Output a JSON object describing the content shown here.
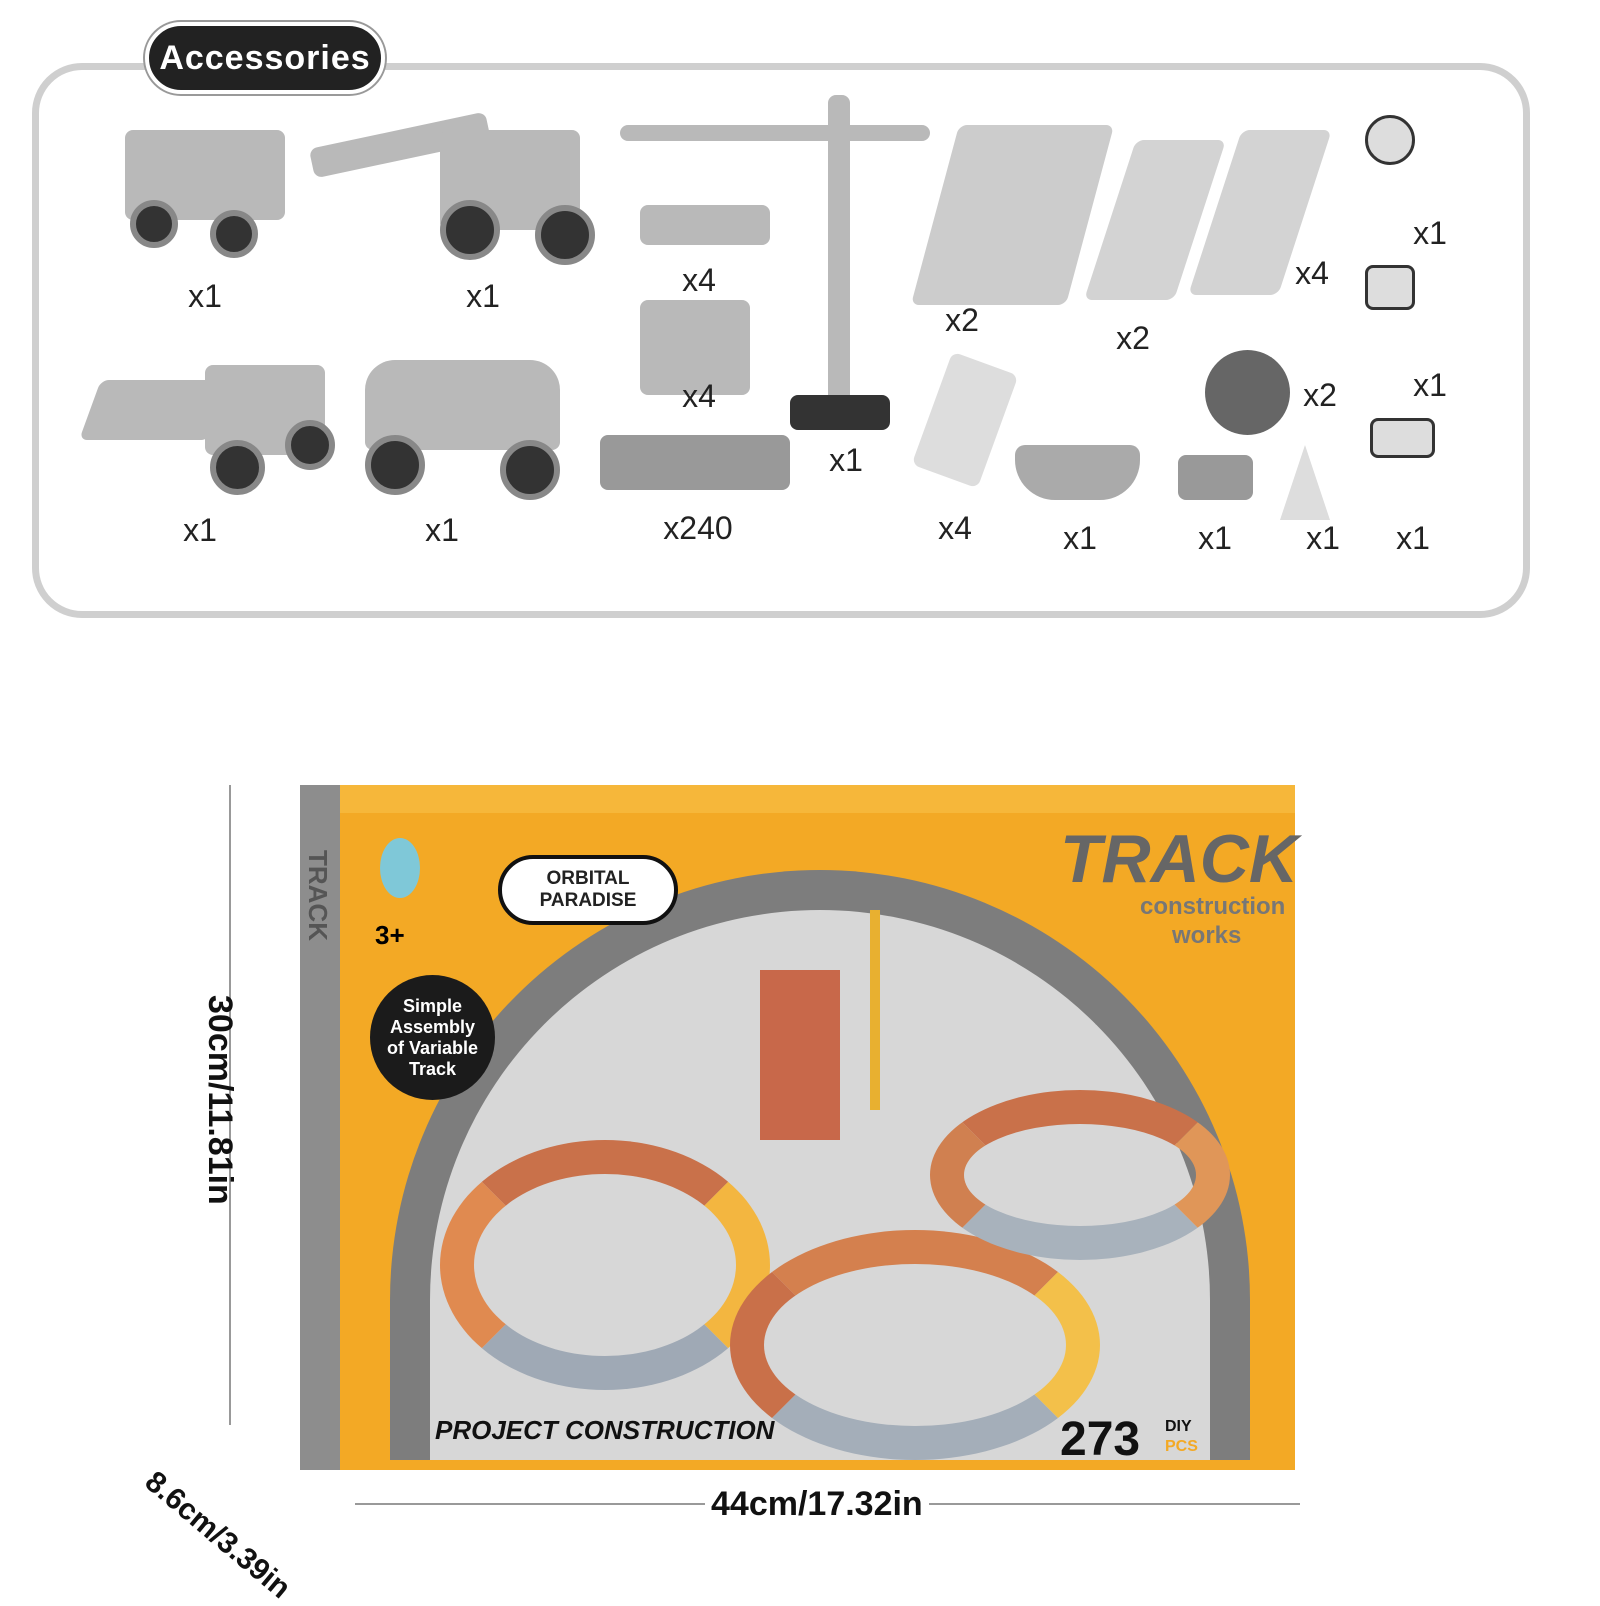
{
  "accessories": {
    "title": "Accessories",
    "items": [
      {
        "name": "dump-truck",
        "qty": "x1"
      },
      {
        "name": "excavator",
        "qty": "x1"
      },
      {
        "name": "bulldozer",
        "qty": "x1"
      },
      {
        "name": "suv",
        "qty": "x1"
      },
      {
        "name": "support-pillar-short",
        "qty": "x4"
      },
      {
        "name": "support-pillar-tall",
        "qty": "x4"
      },
      {
        "name": "track-pieces",
        "qty": "x240"
      },
      {
        "name": "tower-crane",
        "qty": "x1"
      },
      {
        "name": "bridge",
        "qty": "x2"
      },
      {
        "name": "ramp",
        "qty": "x2"
      },
      {
        "name": "ladder-ramp",
        "qty": "x4"
      },
      {
        "name": "worker-sign",
        "qty": "x1"
      },
      {
        "name": "warning-sign",
        "qty": "x1"
      },
      {
        "name": "arrow-sign",
        "qty": "x1"
      },
      {
        "name": "ball",
        "qty": "x2"
      },
      {
        "name": "car-chassis",
        "qty": "x4"
      },
      {
        "name": "wheelbarrow",
        "qty": "x1"
      },
      {
        "name": "block",
        "qty": "x1"
      },
      {
        "name": "cone",
        "qty": "x1"
      }
    ]
  },
  "box": {
    "brand": "ORBITAL PARADISE",
    "title": "TRACK",
    "subtitle1": "construction",
    "subtitle2": "works",
    "age": "3+",
    "badge": "Simple Assembly of Variable Track",
    "product": "PROJECT CONSTRUCTION",
    "count": "273",
    "count_label1": "DIY",
    "count_label2": "PCS",
    "side_title": "TRACK"
  },
  "dimensions": {
    "height": "30cm/11.81in",
    "width": "44cm/17.32in",
    "depth": "8.6cm/3.39in"
  }
}
